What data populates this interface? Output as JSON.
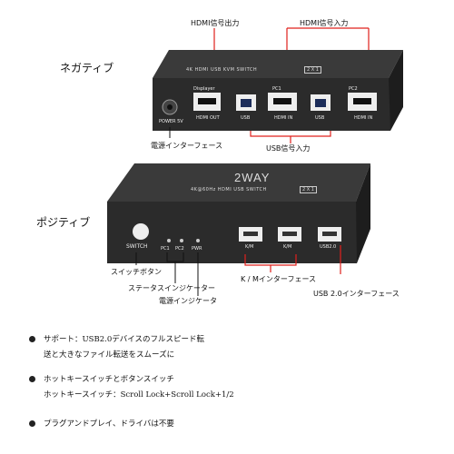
{
  "back": {
    "side_label": "ネガティブ",
    "hdmi_out_callout": "HDMI信号出力",
    "hdmi_in_callout": "HDMI信号入力",
    "usb_in_callout": "USB信号入力",
    "power_callout": "電源インターフェース",
    "top_label": "4K HDMI USB KVM SWITCH",
    "top_badge": "2 X 1",
    "displayer_label": "Displayer",
    "pc1_label": "PC1",
    "pc2_label": "PC2",
    "hdmi_out_port": "HDMI OUT",
    "hdmi_in_port_1": "HDMI IN",
    "hdmi_in_port_2": "HDMI IN",
    "usb_port_1": "USB",
    "usb_port_2": "USB",
    "power_port": "POWER 5V"
  },
  "front": {
    "side_label": "ポジティブ",
    "brand": "2WAY",
    "top_label": "4K@60Hz HDMI USB SWITCH",
    "top_badge": "2 X 1",
    "switch_label": "SWITCH",
    "pc1_led": "PC1",
    "pc2_led": "PC2",
    "pwr_led": "PWR",
    "km_port_1": "K/M",
    "km_port_2": "K/M",
    "usb20_port": "USB2.0",
    "switch_callout": "スイッチボタン",
    "status_callout": "ステータスインジケーター",
    "power_led_callout": "電源インジケータ",
    "km_callout": "K / Mインターフェース",
    "usb20_callout": "USB 2.0インターフェース"
  },
  "features": [
    {
      "lines": [
        "サポート：USB2.0デバイスのフルスピード転",
        "送と大きなファイル転送をスムーズに"
      ]
    },
    {
      "lines": [
        "ホットキースイッチとボタンスイッチ",
        "ホットキースイッチ：Scroll Lock+Scroll Lock+1/2"
      ]
    },
    {
      "lines": [
        "プラグアンドプレイ、ドライバは不要"
      ]
    }
  ],
  "colors": {
    "callout": "#e0201c",
    "device": "#2b2b2b"
  }
}
